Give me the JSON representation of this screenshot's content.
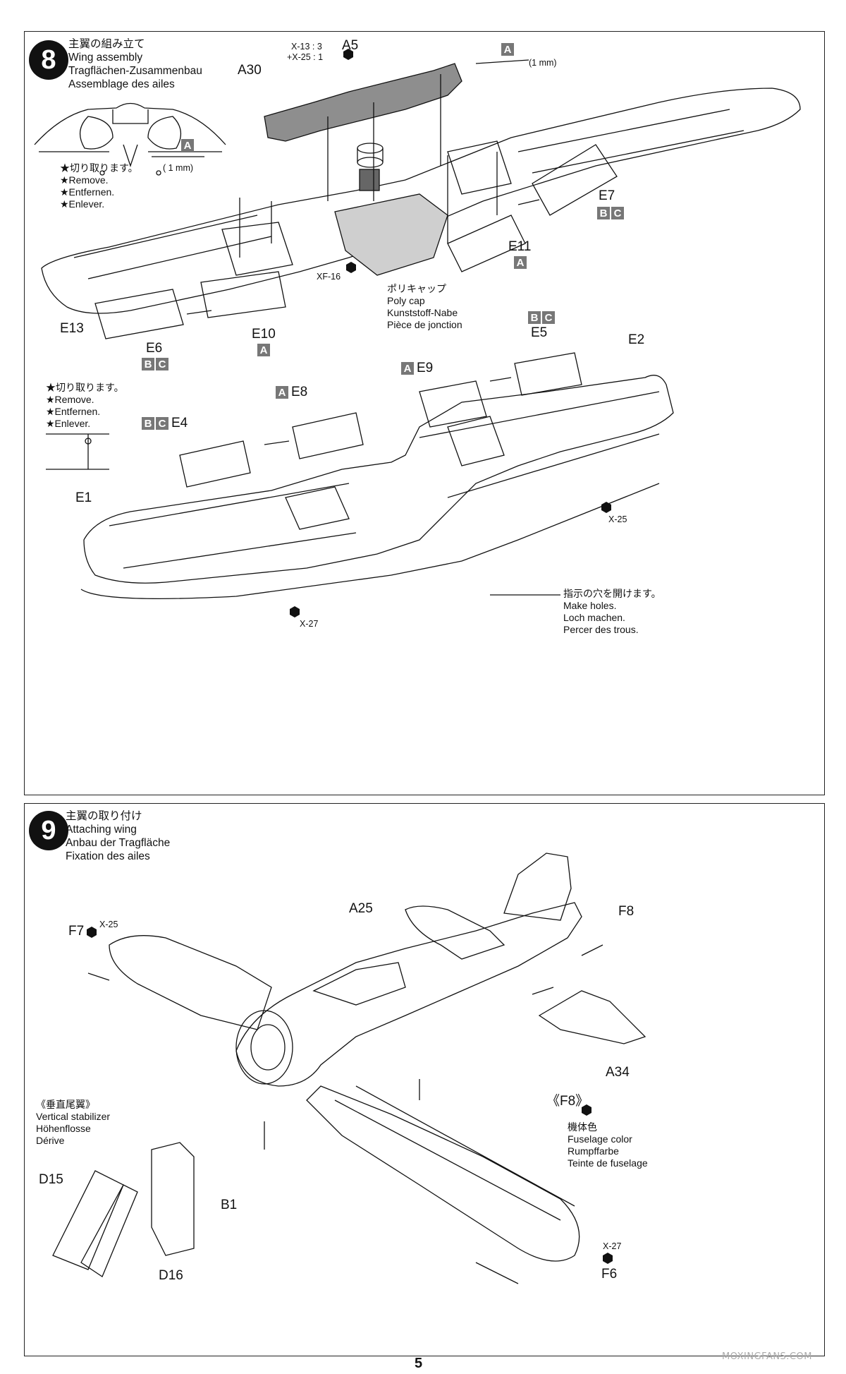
{
  "page": {
    "number": "5",
    "watermark": "MOXINGFANS.COM"
  },
  "step8": {
    "number": "8",
    "title_ja": "主翼の組み立て",
    "title_en": "Wing assembly",
    "title_de": "Tragflächen-Zusammenbau",
    "title_fr": "Assemblage des ailes",
    "remove_note": [
      "★切り取ります。",
      "★Remove.",
      "★Entfernen.",
      "★Enlever."
    ],
    "remove_note2": [
      "★切り取ります。",
      "★Remove.",
      "★Entfernen.",
      "★Enlever."
    ],
    "paint_a5": [
      "X-13 : 3",
      "+X-25 : 1"
    ],
    "parts": {
      "A5": "A5",
      "A30": "A30",
      "E13": "E13",
      "E10": "E10",
      "E6": "E6",
      "E7": "E7",
      "E11": "E11",
      "E5": "E5",
      "E2": "E2",
      "E9": "E9",
      "E8": "E8",
      "E4": "E4",
      "E1": "E1"
    },
    "drill_size": "(1 mm)",
    "drill_size2": "( 1 mm)",
    "paints": {
      "xf16": "XF-16",
      "x25": "X-25",
      "x27": "X-27"
    },
    "polycap": [
      "ポリキャップ",
      "Poly cap",
      "Kunststoff-Nabe",
      "Pièce de jonction"
    ],
    "holes_note": [
      "指示の穴を開けます。",
      "Make holes.",
      "Loch machen.",
      "Percer des trous."
    ],
    "boxes": {
      "a": "A",
      "b": "B",
      "c": "C"
    }
  },
  "step9": {
    "number": "9",
    "title_ja": "主翼の取り付け",
    "title_en": "Attaching wing",
    "title_de": "Anbau der Tragfläche",
    "title_fr": "Fixation des ailes",
    "parts": {
      "A25": "A25",
      "F8": "F8",
      "F7": "F7",
      "A34": "A34",
      "D15": "D15",
      "B1": "B1",
      "D16": "D16",
      "F6": "F6"
    },
    "paints": {
      "x25": "X-25",
      "x27": "X-27"
    },
    "vstab": [
      "《垂直尾翼》",
      "Vertical stabilizer",
      "Höhenflosse",
      "Dérive"
    ],
    "f8_title": "《F8》",
    "f8_color": [
      "機体色",
      "Fuselage color",
      "Rumpffarbe",
      "Teinte de fuselage"
    ]
  },
  "colors": {
    "ink": "#111111",
    "partbox": "#777777",
    "shade": "#cfcfcf"
  }
}
